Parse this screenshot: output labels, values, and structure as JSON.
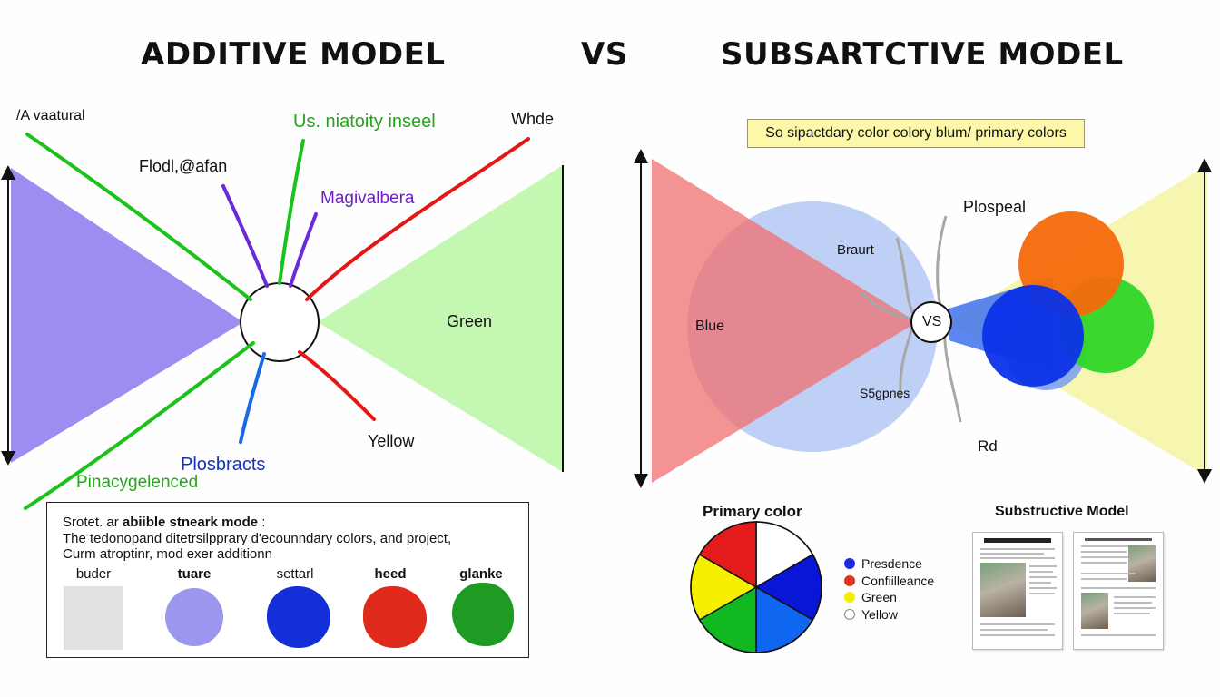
{
  "header": {
    "left_title": "ADDITIVE MODEL",
    "vs": "VS",
    "right_title": "SUBSARTCTIVE MODEL"
  },
  "additive": {
    "labels": {
      "top_left": "/A vaatural",
      "fiodl": "Flodl,@afan",
      "usn": "Us. niatoity inseel",
      "whde": "Whde",
      "magiv": "Magivalbera",
      "green": "Green",
      "yellow": "Yellow",
      "plosbracts": "Plosbracts",
      "pinac": "Pinacygelenced"
    },
    "info_box": {
      "line1_prefix": "Srotet. ar ",
      "line1_bold": "abiible stneark mode",
      "line1_suffix": " :",
      "line2": "The tedonopand ditetrsilpprary d'ecounndary colors, and project,",
      "line3": "Curm atroptinr, mod exer additionn",
      "swatches": [
        {
          "label": "buder",
          "color": "#e2e2e2"
        },
        {
          "label": "tuare",
          "color": "#9b97ee"
        },
        {
          "label": "settarl",
          "color": "#1330d8"
        },
        {
          "label": "heed",
          "color": "#e02a1c"
        },
        {
          "label": "glanke",
          "color": "#1f9a22"
        }
      ]
    }
  },
  "subtractive": {
    "note": "So sipactdary color colory blum/ primary colors",
    "labels": {
      "blue": "Blue",
      "braurt": "Braurt",
      "s5gpnes": "S5gpnes",
      "vs_small": "VS",
      "plospeal": "Plospeal",
      "rd": "Rd"
    },
    "pie": {
      "title": "Primary color",
      "slices": [
        "#ffffff",
        "#0a16d6",
        "#0f66f0",
        "#12b822",
        "#f5ef00",
        "#e31b1b"
      ]
    },
    "legend": [
      {
        "label": "Presdence",
        "color": "#1a2be0"
      },
      {
        "label": "Confiilleance",
        "color": "#e03318"
      },
      {
        "label": "Green",
        "color": "#f5ee00"
      },
      {
        "label": "Yellow",
        "color": "#ffffff"
      }
    ],
    "thumbnails_title": "Substructive Model"
  }
}
